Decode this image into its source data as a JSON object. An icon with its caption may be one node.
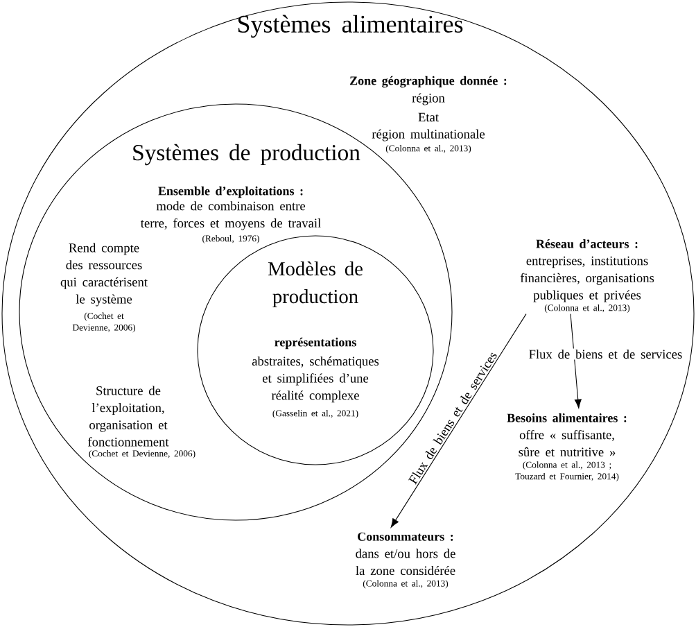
{
  "diagram": {
    "nodes": [
      {
        "text": [
          "Systèmes alimentaires",
          "Zone géographique donnée :",
          "région",
          "Etat",
          "région multinationale",
          "(Colonna et al., 2013)"
        ]
      },
      {
        "text": [
          "Systèmes de production",
          "Ensemble d’exploitations :",
          "mode de combinaison entre terre, forces et moyens de travail",
          "(Reboul, 1976)",
          "Rend compte des ressources qui caractérisent le système",
          "(Cochet et Devienne, 2006)",
          "Structure de l’exploitation, organisation et fonctionnement",
          "(Cochet et Devienne, 2006)"
        ],
        "in": 0
      },
      {
        "text": [
          "Modèles de production",
          "représentations",
          "abstraites, schématiques et simplifiées d’une réalité complexe",
          "(Gasselin et al., 2021)"
        ],
        "in": 1
      },
      {
        "text": [
          "Réseau d’acteurs :",
          "entreprises, institutions financières, organisations publiques et privées",
          "(Colonna et al., 2013)"
        ],
        "in": 0
      },
      {
        "text": [
          "Besoins alimentaires :",
          "offre « suffisante, sûre et nutritive »",
          "(Colonna et al., 2013 ; Touzard et Fournier, 2014)"
        ],
        "in": 0
      },
      {
        "text": [
          "Consommateurs :",
          "dans et/ou hors de la zone considérée",
          "(Colonna et al., 2013)"
        ],
        "in": 0
      }
    ],
    "edges": [
      {
        "from": 3,
        "to": 5,
        "arrow": "to",
        "label": "Flux de biens et de services"
      },
      {
        "from": 3,
        "to": 4,
        "arrow": "to",
        "label": "Flux de biens et de services"
      }
    ]
  }
}
